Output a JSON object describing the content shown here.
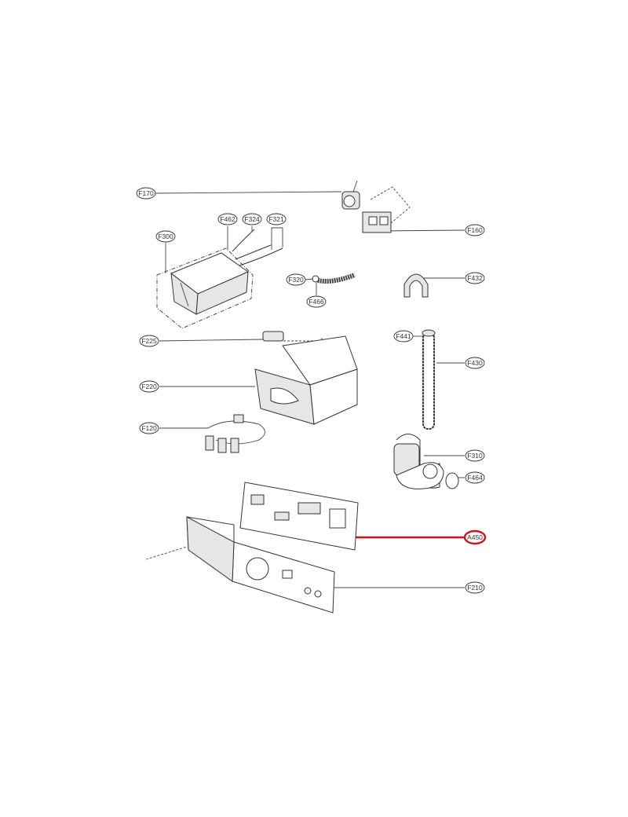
{
  "diagram": {
    "labels": {
      "F170": "F170",
      "F462": "F462",
      "F324": "F324",
      "F321": "F321",
      "F300": "F300",
      "F160": "F160",
      "F320": "F320",
      "F466": "F466",
      "F432": "F432",
      "F225": "F225",
      "F441": "F441",
      "F430": "F430",
      "F220": "F220",
      "F120": "F120",
      "F310": "F310",
      "F464": "F464",
      "A450": "A450",
      "F210": "F210"
    },
    "highlighted_part": "A450",
    "highlight_color": "#d0141c"
  }
}
